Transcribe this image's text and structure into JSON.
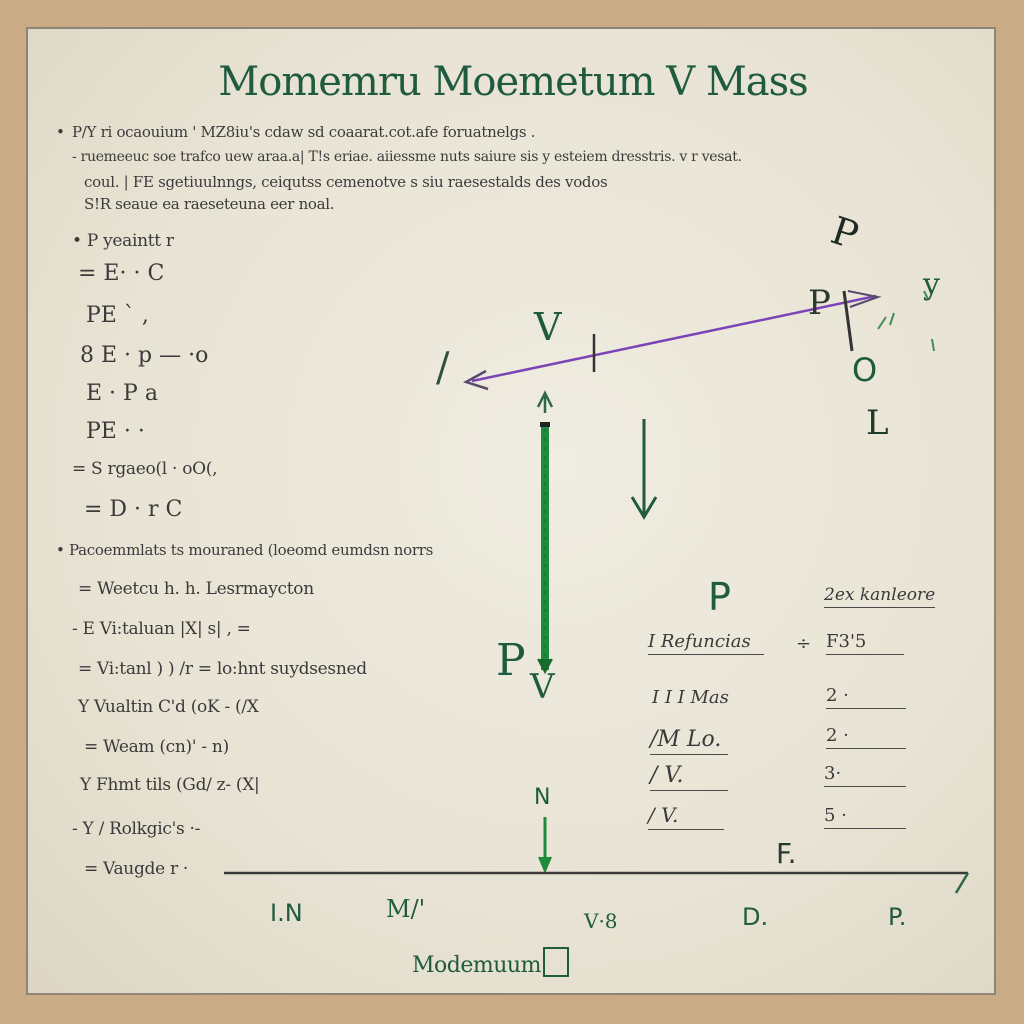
{
  "title": "Momemru Moemetum V Mass",
  "intro": {
    "bullet": "•",
    "line1": "P/Y  ri ocaouium  ' MZ8iu's  cdaw sd coaarat.cot.afe foruatnelgs .",
    "line2": "- ruemeeuc soe  trafco uew  araa.a| T!s  eriae.  aiiessme  nuts  saiure  sis y  esteiem dresstris. v  r  vesat.",
    "line3": "coul. | FE  sgetiuulnngs, ceiqutss  cemenotve  s  siu  raesestalds  des vodos",
    "line4": "S!R  seaue  ea  raeseteuna  eer  noal."
  },
  "equations": [
    "• P yeaintt  r",
    "= E·  ·   C",
    "PE ` ,",
    "8 E ·   p —  ·o",
    "E ·  P  a",
    "PE · ·",
    "= S  rgaeo(l  ·  oO(,",
    "= D ·  r  C"
  ],
  "section2": {
    "heading": "• Pacoemmlats  ts  mouraned (loeomd eumdsn norrs",
    "lines": [
      "= Weetcu  h. h.  Lesrmaycton",
      "- E Vi:taluan  |X| s| ,  =",
      "= Vi:tanl ) ) /r  = lo:hnt  suydsesned",
      "Y Vualtin C'd  (oK - (/X",
      "= Weam (cn)' -   n)",
      "Y Fhmt tils (Gd/ z-  (X|",
      "- Y / Rolkgic's  ·-",
      "= Vaugde  r ·"
    ]
  },
  "diagram": {
    "label_v_top": "V",
    "label_left_end": "/",
    "label_p_top_right": "P",
    "label_y": "y",
    "label_o": "O",
    "label_l": "L",
    "label_p_mid": "P",
    "label_v_low": "V",
    "label_n": "N",
    "label_f": "F."
  },
  "table": {
    "header_p": "P",
    "header_right": "2ex kanleore",
    "rows": [
      {
        "left": "I Refuncias",
        "sep": "÷",
        "right": "F3'5"
      },
      {
        "left": "I I I Mas",
        "sep": "",
        "right": "2  ·"
      },
      {
        "left": "/M Lo.",
        "sep": "",
        "right": "2  ·"
      },
      {
        "left": "/ V.",
        "sep": "",
        "right": "3·"
      },
      {
        "left": "/ V.",
        "sep": "",
        "right": "5 ·"
      }
    ]
  },
  "axis": {
    "ticks": [
      "I.N",
      "M/'",
      "V·8",
      "D.",
      "P."
    ],
    "label": "Modemuum"
  },
  "colors": {
    "green": "#1f5b3f",
    "bright_green": "#1e8a3c",
    "purple": "#7a43b6",
    "ink": "#3a3a3a",
    "frame": "#c9ac86"
  }
}
